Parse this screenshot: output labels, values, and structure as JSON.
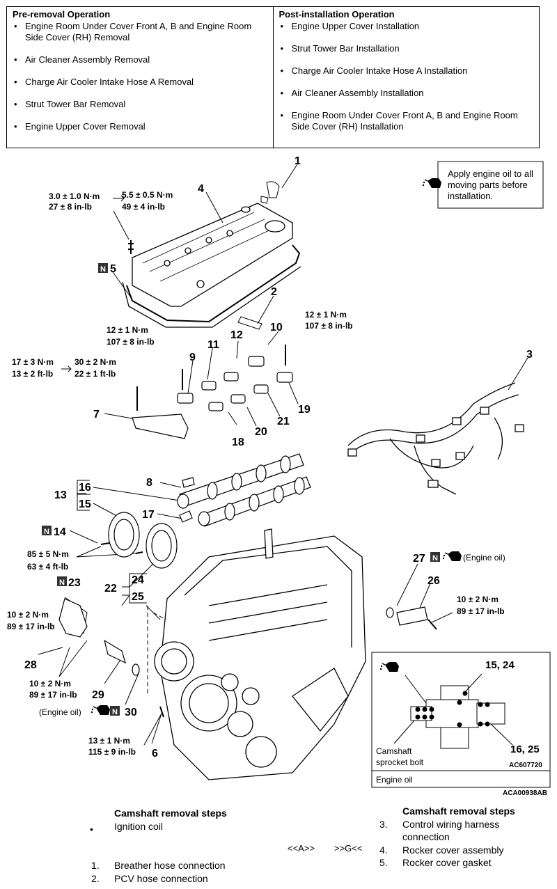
{
  "operations": {
    "pre_title": "Pre-removal Operation",
    "pre_items": [
      "Engine Room Under Cover Front A, B and Engine Room Side Cover (RH) Removal",
      "Air Cleaner Assembly Removal",
      "Charge Air Cooler Intake Hose A Removal",
      "Strut Tower Bar Removal",
      "Engine Upper Cover Removal"
    ],
    "post_title": "Post-installation Operation",
    "post_items": [
      "Engine Upper Cover Installation",
      "Strut Tower Bar Installation",
      "Charge Air Cooler Intake Hose A Installation",
      "Air Cleaner Assembly Installation",
      "Engine Room Under Cover Front A, B and Engine Room Side Cover (RH) Installation"
    ]
  },
  "diagram": {
    "oil_note": [
      "Apply engine oil to all",
      "moving parts before",
      "installation."
    ],
    "torque_4a": "3.0 ± 1.0 N·m",
    "torque_4b": "27 ± 8 in-lb",
    "torque_4c": "5.5 ± 0.5 N·m",
    "torque_4d": "49 ± 4 in-lb",
    "torque_9a": "12 ± 1 N·m",
    "torque_9b": "107 ± 8 in-lb",
    "torque_19a": "12 ± 1 N·m",
    "torque_19b": "107 ± 8 in-lb",
    "torque_7a": "17 ± 3 N·m",
    "torque_7b": "13 ± 2 ft-lb",
    "torque_7c": "30 ± 2 N·m",
    "torque_7d": "22 ± 1 ft-lb",
    "torque_14a": "85 ± 5 N·m",
    "torque_14b": "63 ± 4 ft-lb",
    "torque_28a": "10 ± 2 N·m",
    "torque_28b": "89 ± 17 in-lb",
    "torque_29a": "10 ± 2 N·m",
    "torque_29b": "89 ± 17 in-lb",
    "torque_26a": "10 ± 2 N·m",
    "torque_26b": "89 ± 17 in-lb",
    "torque_6a": "13 ± 1 N·m",
    "torque_6b": "115 ± 9 in-lb",
    "engine_oil_27": "(Engine oil)",
    "engine_oil_30": "(Engine oil)",
    "inset_label_top": "15, 24",
    "inset_label_bottom": "16, 25",
    "inset_bolt": [
      "Camshaft",
      "sprocket bolt"
    ],
    "inset_code": "AC607720",
    "inset_footer": "Engine oil",
    "figure_code": "ACA00938AB",
    "n_mark": "N",
    "part_numbers": {
      "p1": "1",
      "p2": "2",
      "p3": "3",
      "p4": "4",
      "p5": "5",
      "p6": "6",
      "p7": "7",
      "p8": "8",
      "p9": "9",
      "p10": "10",
      "p11": "11",
      "p12": "12",
      "p13": "13",
      "p14": "14",
      "p15": "15",
      "p16": "16",
      "p17": "17",
      "p18": "18",
      "p19": "19",
      "p20": "20",
      "p21": "21",
      "p22": "22",
      "p23": "23",
      "p24": "24",
      "p25": "25",
      "p26": "26",
      "p27": "27",
      "p28": "28",
      "p29": "29",
      "p30": "30"
    }
  },
  "steps_left": {
    "title": "Camshaft removal steps",
    "bullet": "•",
    "item0": "Ignition coil",
    "n1": "1.",
    "item1": "Breather hose connection",
    "n2": "2.",
    "item2": "PCV hose connection"
  },
  "steps_middle": {
    "ref_a": "<<A>>",
    "ref_g": ">>G<<"
  },
  "steps_right": {
    "title": "Camshaft removal steps",
    "n3": "3.",
    "item3a": "Control wiring harness",
    "item3b": "connection",
    "n4": "4.",
    "item4": "Rocker cover assembly",
    "n5": "5.",
    "item5": "Rocker cover gasket"
  }
}
